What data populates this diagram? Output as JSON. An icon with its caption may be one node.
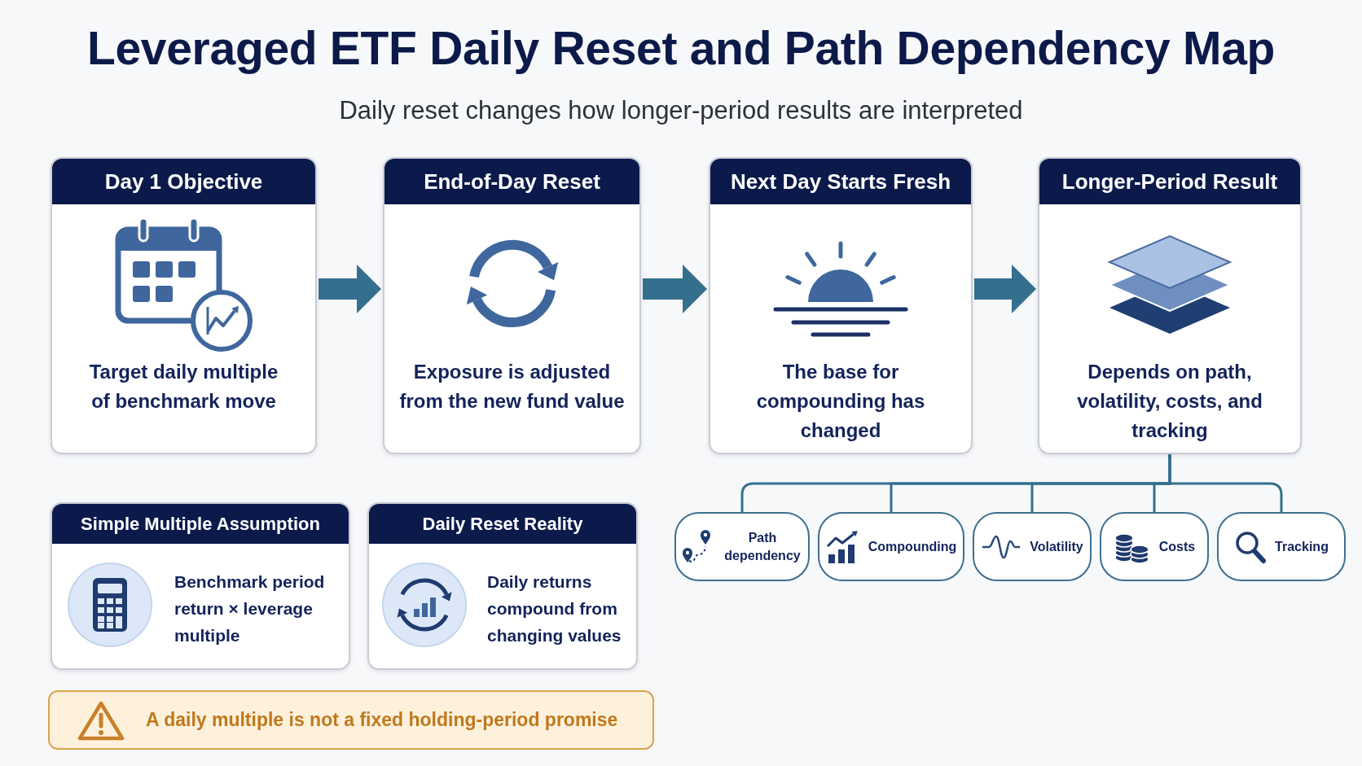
{
  "diagram": {
    "title": "Leveraged ETF Daily Reset and Path Dependency Map",
    "nodes": [
      {
        "text": [
          "Day 1 Objective",
          "Target daily multiple of benchmark move"
        ]
      },
      {
        "text": [
          "End-of-Day Reset",
          "Exposure is adjusted from the new fund value"
        ]
      },
      {
        "text": [
          "Next Day Starts Fresh",
          "The base for compounding has changed"
        ]
      },
      {
        "text": [
          "Longer-Period Result",
          "Depends on path, volatility, costs, and tracking"
        ]
      },
      {
        "text": [
          "Simple Multiple Assumption",
          "Benchmark period return × leverage multiple"
        ]
      },
      {
        "text": [
          "Daily Reset Reality",
          "Daily returns compound from changing values"
        ]
      },
      {
        "text": [
          "Path dependency"
        ]
      },
      {
        "text": [
          "Compounding"
        ]
      },
      {
        "text": [
          "Volatility"
        ]
      },
      {
        "text": [
          "Costs"
        ]
      },
      {
        "text": [
          "Tracking"
        ]
      },
      {
        "text": [
          "A daily multiple is not a fixed holding-period promise"
        ]
      }
    ],
    "edges": [
      {
        "from": 0,
        "to": 1,
        "arrow": "to",
        "style": "thick"
      },
      {
        "from": 1,
        "to": 2,
        "arrow": "to",
        "style": "thick"
      },
      {
        "from": 2,
        "to": 3,
        "arrow": "to",
        "style": "thick"
      },
      {
        "from": 3,
        "to": 6,
        "arrow": "none"
      },
      {
        "from": 3,
        "to": 7,
        "arrow": "none"
      },
      {
        "from": 3,
        "to": 8,
        "arrow": "none"
      },
      {
        "from": 3,
        "to": 9,
        "arrow": "none"
      },
      {
        "from": 3,
        "to": 10,
        "arrow": "none"
      }
    ],
    "labels": [
      "Daily reset changes how longer-period results are interpreted"
    ]
  }
}
